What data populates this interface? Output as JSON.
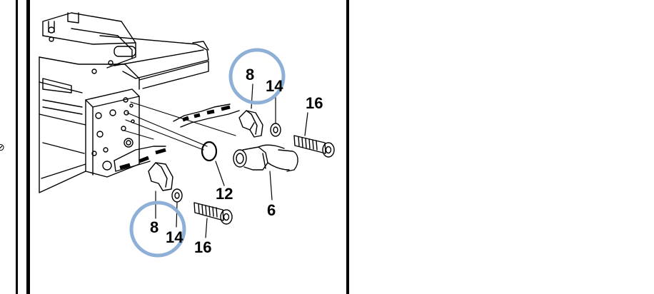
{
  "callouts": {
    "clamp_upper": "8",
    "washer_upper": "14",
    "bolt_upper": "16",
    "oring": "12",
    "hose": "6",
    "clamp_lower": "8",
    "washer_lower": "14",
    "bolt_lower": "16"
  },
  "edge_glyph": "⊘",
  "colors": {
    "line": "#000000",
    "highlight_circle": "#8fb0d6",
    "background": "#ffffff"
  }
}
